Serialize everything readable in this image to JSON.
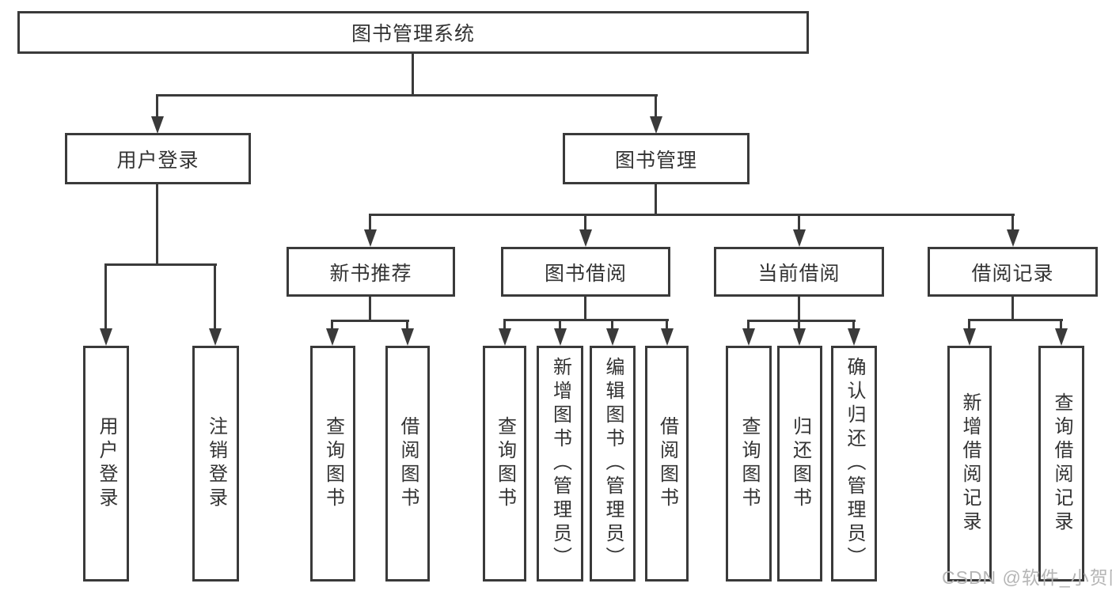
{
  "tree": {
    "root": {
      "label": "图书管理系统"
    },
    "branches": [
      {
        "label": "用户登录",
        "children": [
          {
            "label": "用户登录"
          },
          {
            "label": "注销登录"
          }
        ]
      },
      {
        "label": "图书管理",
        "children": [
          {
            "label": "新书推荐",
            "children": [
              {
                "label": "查询图书"
              },
              {
                "label": "借阅图书"
              }
            ]
          },
          {
            "label": "图书借阅",
            "children": [
              {
                "label": "查询图书"
              },
              {
                "label": "新增图书（管理员）"
              },
              {
                "label": "编辑图书（管理员）"
              },
              {
                "label": "借阅图书"
              }
            ]
          },
          {
            "label": "当前借阅",
            "children": [
              {
                "label": "查询图书"
              },
              {
                "label": "归还图书"
              },
              {
                "label": "确认归还（管理员）"
              }
            ]
          },
          {
            "label": "借阅记录",
            "children": [
              {
                "label": "新增借阅记录"
              },
              {
                "label": "查询借阅记录"
              }
            ]
          }
        ]
      }
    ]
  },
  "watermark": {
    "text": "CSDN @软件_小贺同学"
  },
  "colors": {
    "line": "#3a3a3a",
    "box_border": "#3a3a3a",
    "text": "#333333",
    "watermark_text": "#b5b5b5",
    "background": "#ffffff"
  }
}
